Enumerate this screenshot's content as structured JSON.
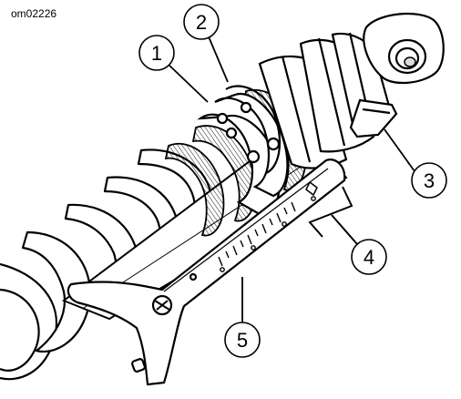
{
  "figure": {
    "id": "om02226",
    "callouts": [
      {
        "number": "1"
      },
      {
        "number": "2"
      },
      {
        "number": "3"
      },
      {
        "number": "4"
      },
      {
        "number": "5"
      }
    ]
  },
  "colors": {
    "line": "#000000",
    "fill": "#ffffff",
    "shade": "#dcdcdc"
  }
}
